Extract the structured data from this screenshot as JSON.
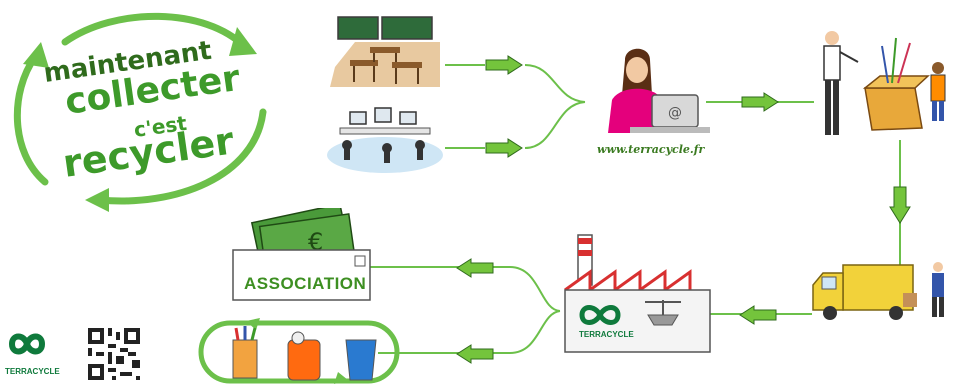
{
  "slogan": {
    "line1": "maintenant",
    "line2": "collecter",
    "line3": "c'est",
    "line4": "recycler"
  },
  "website": "www.terracycle.fr",
  "association_label": "ASSOCIATION",
  "brand_small": "TERRACYCLE",
  "brand_factory": "TERRACYCLE",
  "colors": {
    "green": "#6cc04a",
    "dark_green": "#3d8f22",
    "arrow_fill": "#74c43c"
  }
}
